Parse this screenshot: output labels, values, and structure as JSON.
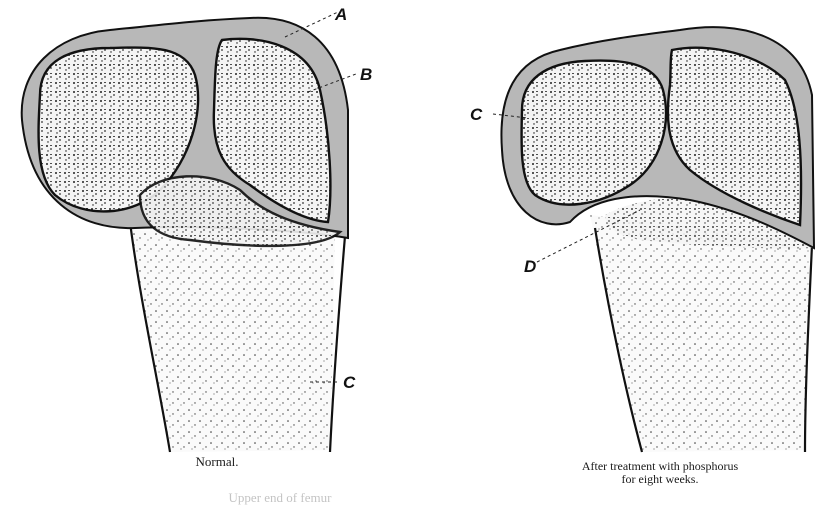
{
  "left_panel": {
    "labels": {
      "a": "A",
      "b": "B",
      "c": "C"
    },
    "caption": "Normal."
  },
  "right_panel": {
    "labels": {
      "c": "C",
      "d": "D"
    },
    "caption_line1": "After treatment with phosphorus",
    "caption_line2": "for eight weeks."
  },
  "figure_caption": "Upper end of femur"
}
